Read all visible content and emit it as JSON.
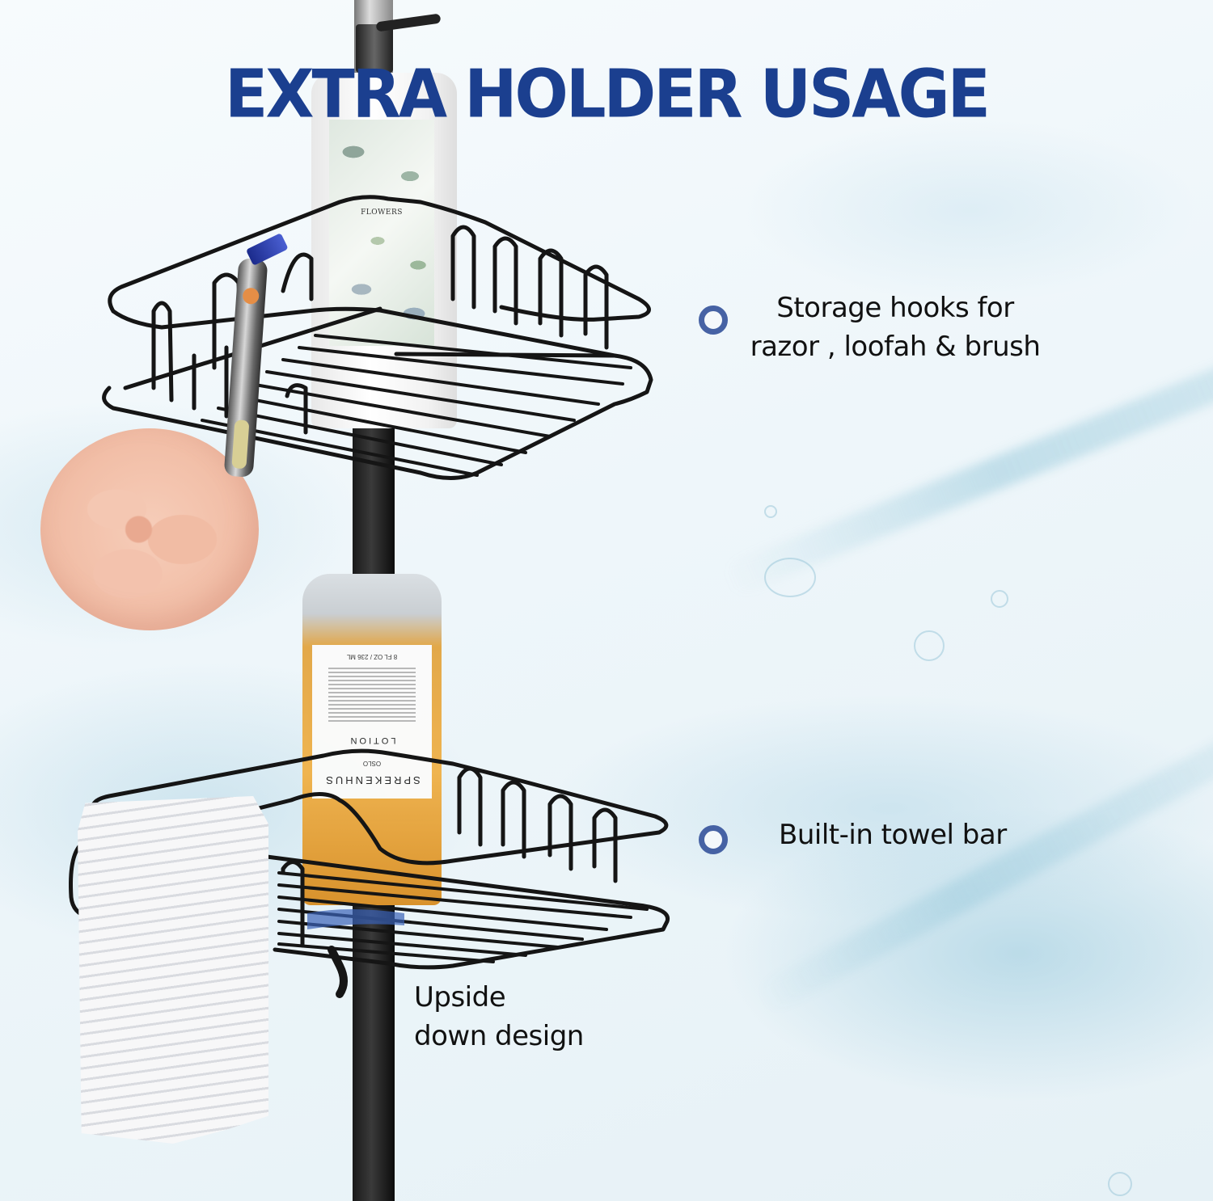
{
  "title": "EXTRA HOLDER USAGE",
  "colors": {
    "title": "#1b3f8f",
    "bullet_ring": "#4662a4",
    "text": "#111111",
    "rack_wire": "#151515",
    "background": "#eef6fa"
  },
  "features": [
    {
      "icon": "ring-bullet-icon",
      "lines": [
        "Storage hooks for",
        "razor , loofah & brush"
      ]
    },
    {
      "icon": "ring-bullet-icon",
      "lines": [
        "Built-in towel bar"
      ]
    },
    {
      "icon": null,
      "lines": [
        "Upside",
        "down design"
      ]
    }
  ],
  "product": {
    "top_bottle_label": "FLOWERS",
    "bottom_bottle_volume": "8 FL OZ / 236 ML",
    "bottom_bottle_type": "LOTION",
    "bottom_bottle_city": "OSLO",
    "bottom_bottle_brand": "SPREKENHUS"
  }
}
